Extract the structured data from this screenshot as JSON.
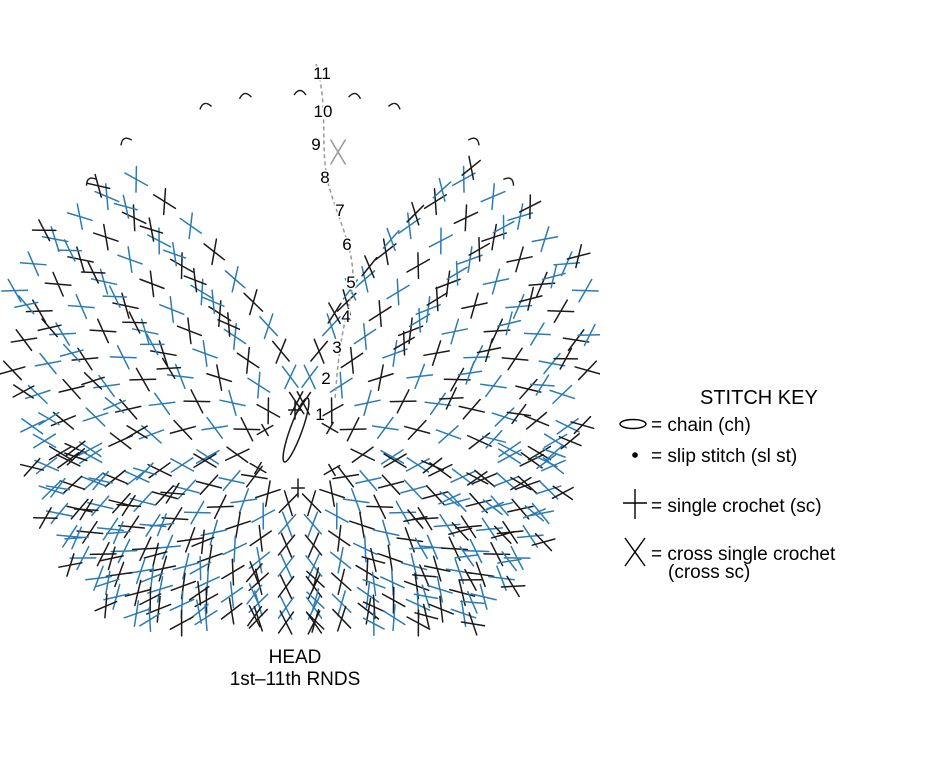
{
  "colors": {
    "ink": "#1a1a1a",
    "accent": "#2b7bb4",
    "dashed": "#999999"
  },
  "diagram": {
    "rounds": [
      "1",
      "2",
      "3",
      "4",
      "5",
      "6",
      "7",
      "8",
      "9",
      "10",
      "11"
    ],
    "caption_line1": "HEAD",
    "caption_line2": "1st–11th RNDS"
  },
  "key": {
    "title": "STITCH KEY",
    "items": [
      {
        "symbol": "chain-oval-icon",
        "label": "= chain (ch)"
      },
      {
        "symbol": "slip-stitch-dot-icon",
        "label": "= slip stitch (sl st)"
      },
      {
        "symbol": "single-crochet-plus-icon",
        "label": "= single crochet (sc)"
      },
      {
        "symbol": "cross-single-crochet-x-icon",
        "label": "= cross single crochet",
        "sub": "(cross sc)"
      }
    ]
  }
}
